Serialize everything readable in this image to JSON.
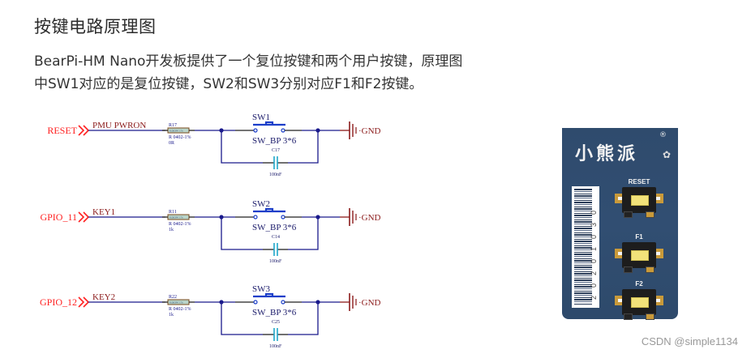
{
  "heading": "按键电路原理图",
  "description": {
    "line1": "BearPi-HM Nano开发板提供了一个复位按键和两个用户按键，原理图",
    "line2": "中SW1对应的是复位按键，SW2和SW3分别对应F1和F2按键。"
  },
  "schematic": {
    "colors": {
      "port": "#ff2020",
      "net_label": "#8b1a1a",
      "wire": "#1a1a8c",
      "switch": "#1b3ec9",
      "capacitor": "#1ea6c9",
      "ground": "#8b1a1a",
      "resistor_fill": "#b9d4c9",
      "resistor_border": "#7a4a1a"
    },
    "circuits": [
      {
        "port": "RESET",
        "net": "PMU_PWRON",
        "resistor": {
          "ref": "R17",
          "body": "0.063W 1%",
          "package": "R 0402-1%",
          "value": "0R"
        },
        "switch": {
          "ref": "SW1",
          "part": "SW_BP 3*6"
        },
        "capacitor": {
          "ref": "C17",
          "value": "100nF"
        },
        "ground": "GND"
      },
      {
        "port": "GPIO_11",
        "net": "KEY1",
        "resistor": {
          "ref": "R11",
          "body": "0.063W 1%",
          "package": "R 0402-1%",
          "value": "1k"
        },
        "switch": {
          "ref": "SW2",
          "part": "SW_BP 3*6"
        },
        "capacitor": {
          "ref": "C14",
          "value": "100nF"
        },
        "ground": "GND"
      },
      {
        "port": "GPIO_12",
        "net": "KEY2",
        "resistor": {
          "ref": "R22",
          "body": "0.063W 1%",
          "package": "R 0402-1%",
          "value": "1k"
        },
        "switch": {
          "ref": "SW3",
          "part": "SW_BP 3*6"
        },
        "capacitor": {
          "ref": "C25",
          "value": "100nF"
        },
        "ground": "GND"
      }
    ]
  },
  "board": {
    "brand": "小熊派",
    "registered": "®",
    "buttons": [
      "RESET",
      "F1",
      "F2"
    ],
    "barcode_digits": "20201030",
    "colors": {
      "pcb": "#2f4b6d",
      "button_cap": "#f2e27a"
    }
  },
  "watermark": "CSDN @simple1134"
}
